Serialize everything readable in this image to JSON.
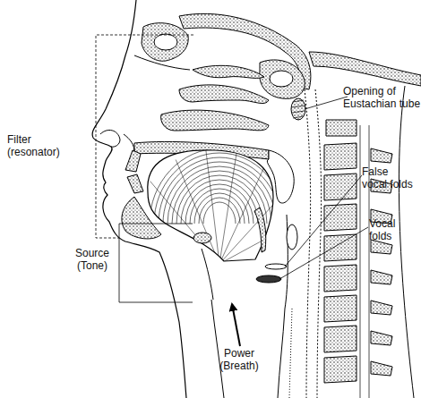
{
  "diagram": {
    "labels": [
      "Opening of Eustachian tube",
      "Filter (resonator)",
      "False vocal folds",
      "Vocal folds",
      "Source (Tone)",
      "Power (Breath)"
    ]
  }
}
